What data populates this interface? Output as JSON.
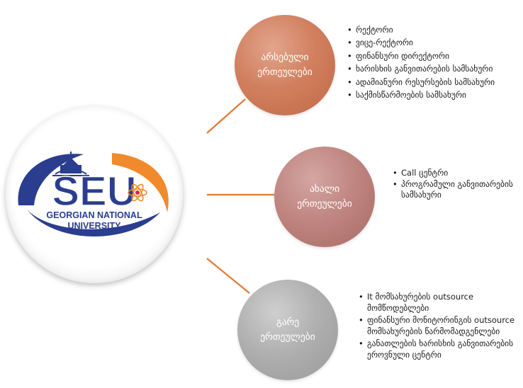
{
  "logo": {
    "mark": "SEU",
    "line1": "GEORGIAN NATIONAL",
    "line2": "UNIVERSITY",
    "colors": {
      "navy": "#2b3d8f",
      "orange": "#f08a2c",
      "red": "#d9262c"
    }
  },
  "units": [
    {
      "title_line1": "არსებული",
      "title_line2": "ერთეულები",
      "color": "#c96f4d",
      "items": [
        "რექტორი",
        "ვიცე-რექტორი",
        "ფინანსური დირექტორი",
        "ხარისხის განვითარების სამსახური",
        "ადამიანური რესურსების სამსახური",
        "საქმისწარმოების სამსახური"
      ]
    },
    {
      "title_line1": "ახალი",
      "title_line2": "ერთეულები",
      "color": "#b77772",
      "items": [
        "Call ცენტრი",
        "პროგრამული განვითარების სამსახური"
      ]
    },
    {
      "title_line1": "გარე",
      "title_line2": "ერთეულები",
      "color": "#a3a3a3",
      "items": [
        "It მომსახურების outsource მომწოდებლები",
        "ფინანსური მონიტორინგის outsource მომსახურების წარმომადგენლები",
        "განათლების ხარისხის განვითარების ეროვნული ცენტრი"
      ]
    }
  ],
  "connector_color": "#e07a35"
}
